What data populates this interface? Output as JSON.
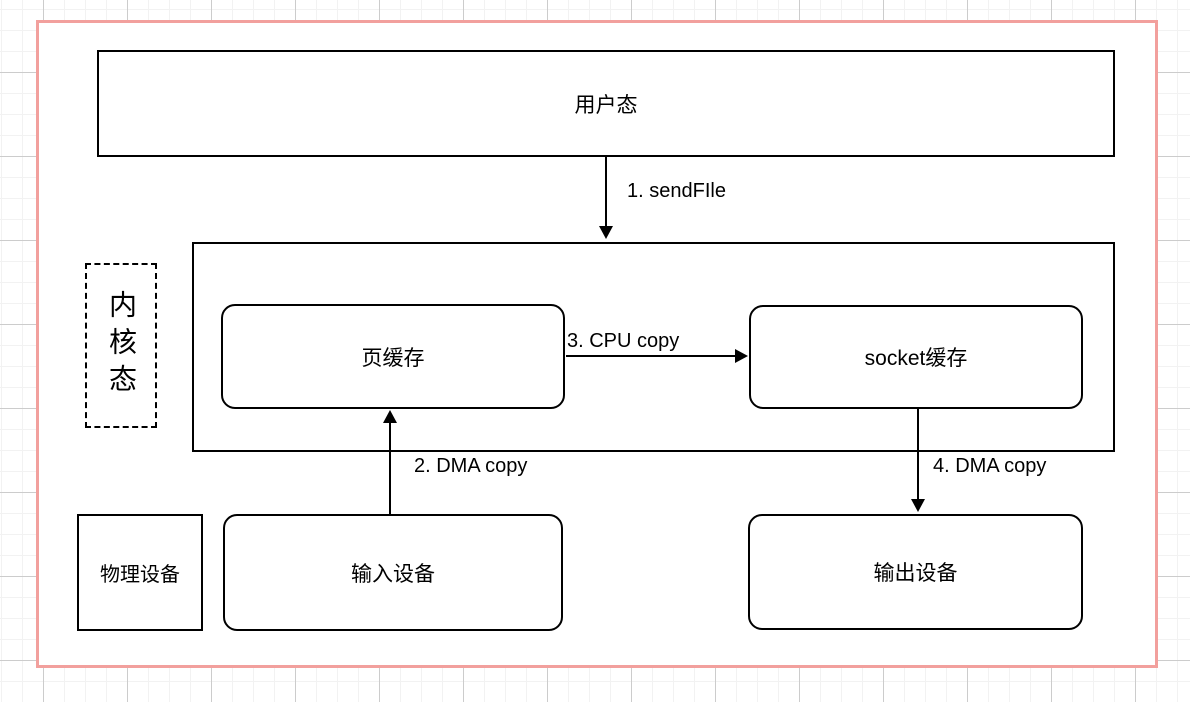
{
  "canvas": {
    "page_border_color": "#f2a09d",
    "page_background": "#ffffff",
    "grid_minor_color": "#f2f2f2",
    "grid_major_color": "#cccccc",
    "shape_stroke_color": "#000000"
  },
  "nodes": {
    "user_mode": {
      "label": "用户态"
    },
    "kernel_mode_tag": {
      "label": "内核态"
    },
    "page_cache": {
      "label": "页缓存"
    },
    "socket_buffer": {
      "label": "socket缓存"
    },
    "physical_device": {
      "label": "物理设备"
    },
    "input_device": {
      "label": "输入设备"
    },
    "output_device": {
      "label": "输出设备"
    }
  },
  "edges": {
    "sendfile": {
      "label": "1. sendFIle"
    },
    "dma_copy_in": {
      "label": "2. DMA copy"
    },
    "cpu_copy": {
      "label": "3. CPU copy"
    },
    "dma_copy_out": {
      "label": "4. DMA copy"
    }
  }
}
